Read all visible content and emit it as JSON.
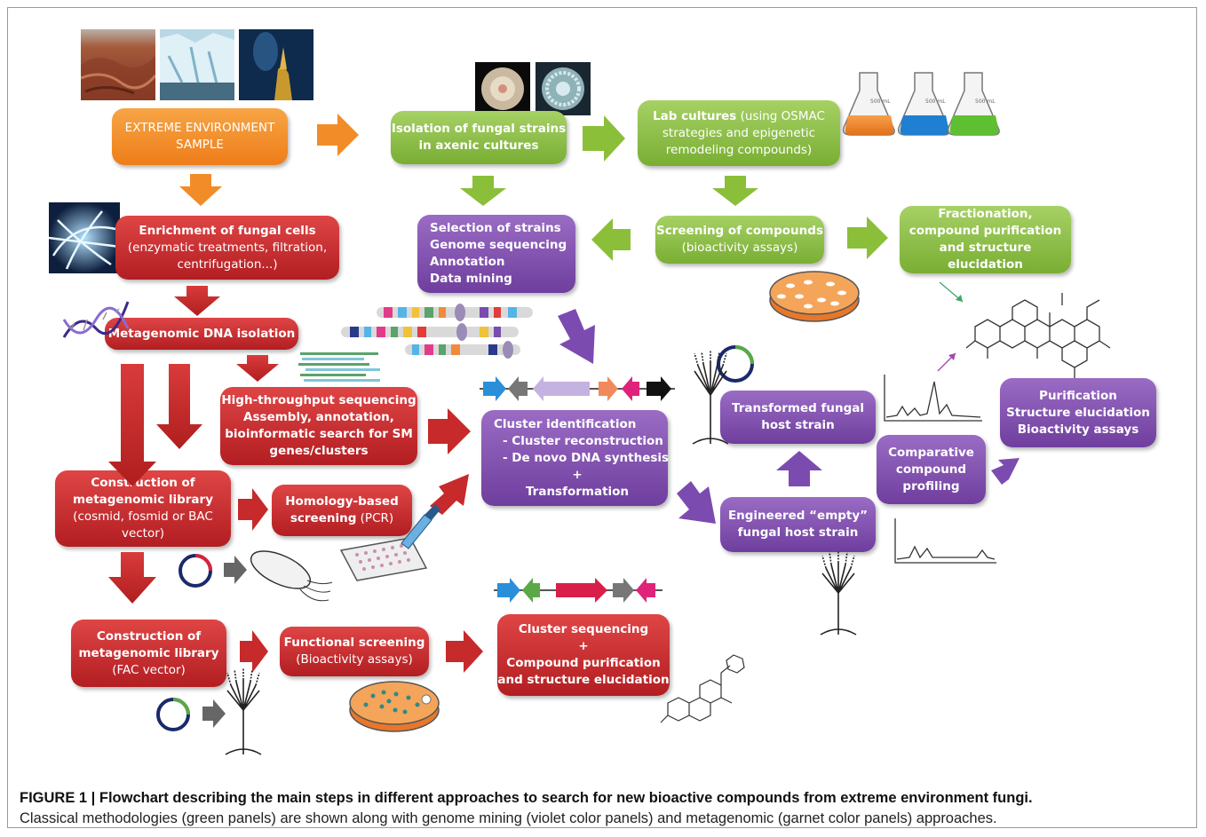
{
  "boxes": {
    "extreme_sample": [
      "EXTREME ENVIRONMENT",
      "SAMPLE"
    ],
    "isolation": [
      "Isolation of fungal strains",
      "in axenic cultures"
    ],
    "lab_cultures": {
      "head": "Lab cultures",
      "head_rest": " (using OSMAC",
      "rest": [
        "strategies and epigenetic",
        "remodeling compounds)"
      ]
    },
    "selection": [
      "Selection of strains",
      "Genome sequencing",
      "Annotation",
      "Data mining"
    ],
    "screening": {
      "head": "Screening of compounds",
      "rest": "(bioactivity assays)"
    },
    "fractionation": [
      "Fractionation,",
      "compound purification",
      "and structure",
      "elucidation"
    ],
    "enrichment": {
      "head": "Enrichment of fungal cells",
      "rest": [
        "(enzymatic treatments, filtration,",
        "centrifugation...)"
      ]
    },
    "metagenomic_dna": "Metagenomic DNA isolation",
    "hts": [
      "High-throughput sequencing",
      "Assembly, annotation,",
      "bioinformatic search for SM",
      "genes/clusters"
    ],
    "cluster_id": [
      "Cluster identification",
      "- Cluster reconstruction",
      "- De novo DNA synthesis",
      "+",
      "Transformation"
    ],
    "transformed": [
      "Transformed fungal",
      "host strain"
    ],
    "engineered": [
      "Engineered “empty”",
      "fungal host strain"
    ],
    "comparative": [
      "Comparative",
      "compound",
      "profiling"
    ],
    "purification": [
      "Purification",
      "Structure elucidation",
      "Bioactivity assays"
    ],
    "construction_bac": {
      "head": [
        "Construction of",
        "metagenomic library"
      ],
      "rest": [
        "(cosmid, fosmid or BAC",
        "vector)"
      ]
    },
    "homology": {
      "head": "Homology-based",
      "head2": "screening",
      "rest": " (PCR)"
    },
    "construction_fac": {
      "head": [
        "Construction of",
        "metagenomic library"
      ],
      "rest": "(FAC vector)"
    },
    "functional": {
      "head": "Functional screening",
      "rest": "(Bioactivity assays)"
    },
    "cluster_seq": [
      "Cluster sequencing",
      "+",
      "Compound purification",
      "and structure elucidation"
    ]
  },
  "caption": {
    "bold": "FIGURE 1 | Flowchart describing the main steps in different approaches to search for new bioactive compounds from extreme environment fungi.",
    "normal": "Classical methodologies (green panels) are shown along with genome mining (violet color panels) and metagenomic (garnet color panels) approaches."
  },
  "flask_labels": [
    "500 mL",
    "500 mL",
    "500 mL"
  ],
  "colors": {
    "orange": "#ee7d19",
    "green": "#79ae33",
    "purple": "#6f3e9e",
    "red": "#b21e22",
    "green_arrow": "#8bbf3a",
    "purple_arrow": "#7c4bb0",
    "red_arrow": "#c62a2a",
    "orange_arrow": "#f28c28"
  }
}
